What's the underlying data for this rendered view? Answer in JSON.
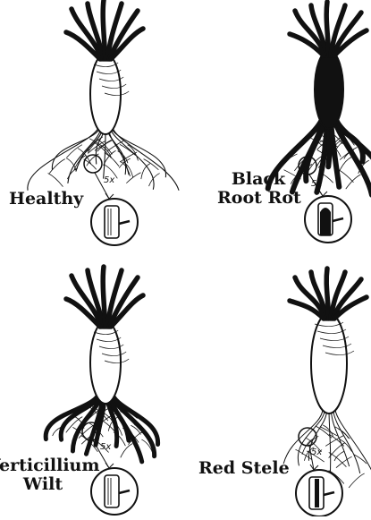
{
  "panels": [
    {
      "id": "healthy",
      "label_lines": [
        "Healthy"
      ],
      "magnification": "5x",
      "condition": "healthy"
    },
    {
      "id": "black-root-rot",
      "label_lines": [
        "Black",
        "Root Rot"
      ],
      "magnification": "5x",
      "condition": "black-root-rot"
    },
    {
      "id": "verticillium-wilt",
      "label_lines": [
        "Verticillium",
        "Wilt"
      ],
      "magnification": "5x",
      "condition": "verticillium-wilt"
    },
    {
      "id": "red-stele",
      "label_lines": [
        "Red Stele"
      ],
      "magnification": "5x",
      "condition": "red-stele"
    }
  ],
  "colors": {
    "ink": "#111111",
    "paper": "#ffffff"
  }
}
